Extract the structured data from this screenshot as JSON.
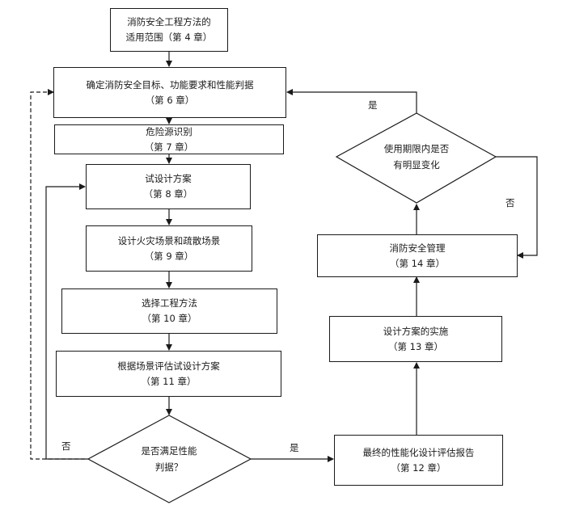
{
  "boxes": {
    "scope": {
      "line1": "消防安全工程方法的",
      "line2": "适用范围（第 4 章）"
    },
    "objectives": {
      "line1": "确定消防安全目标、功能要求和性能判据",
      "line2": "（第 6 章）"
    },
    "hazard": {
      "line1": "危险源识别",
      "line2": "（第 7 章）"
    },
    "trial": {
      "line1": "试设计方案",
      "line2": "（第 8 章）"
    },
    "scenarios": {
      "line1": "设计火灾场景和疏散场景",
      "line2": "（第 9 章）"
    },
    "methods": {
      "line1": "选择工程方法",
      "line2": "（第 10 章）"
    },
    "evaluate": {
      "line1": "根据场景评估试设计方案",
      "line2": "（第 11 章）"
    },
    "final_report": {
      "line1": "最终的性能化设计评估报告",
      "line2": "（第 12 章）"
    },
    "implementation": {
      "line1": "设计方案的实施",
      "line2": "（第 13 章）"
    },
    "management": {
      "line1": "消防安全管理",
      "line2": "（第 14 章）"
    }
  },
  "decisions": {
    "criteria": {
      "line1": "是否满足性能",
      "line2": "判据？"
    },
    "change": {
      "line1": "使用期限内是否",
      "line2": "有明显变化"
    }
  },
  "labels": {
    "yes": "是",
    "no": "否"
  }
}
